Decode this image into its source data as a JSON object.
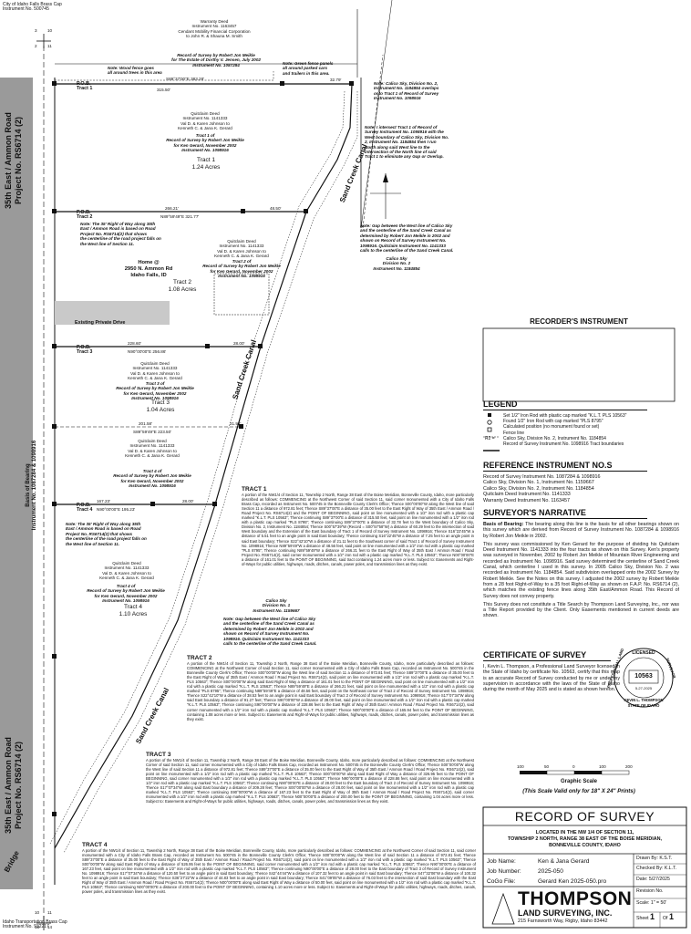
{
  "corner": {
    "top": "City of Idaho Falls Brass Cap\nInstrument No. 500745",
    "bottom": "Idaho Transportation Brass Cap\nInstrument No. 932217",
    "sec_top": [
      "3",
      "10",
      "2",
      "11"
    ],
    "sec_bot": [
      "10",
      "11",
      "15",
      "14"
    ]
  },
  "road": {
    "upper": "35th East / Ammon Road\nProject No. RS6714 (2)",
    "lower": "35th East / Ammon Road\nProject No. RS6714 (2)",
    "bridge": "Bridge"
  },
  "bearing_basis": "Basis of Bearing\nInstrument No. 1087284 & 1098916",
  "canal_labels": [
    "Sand Creek Canal",
    "Sand Creek Canal",
    "Sand Creek Canal"
  ],
  "pob": [
    "P.O.B.\nTract 1",
    "P.O.B.\nTract 2",
    "P.O.B.\nTract 3",
    "P.O.B.\nTract 4"
  ],
  "tracts": [
    {
      "name": "Tract 1",
      "acres": "1.24 Acres"
    },
    {
      "name": "Tract 2",
      "acres": "1.08 Acres"
    },
    {
      "name": "Tract 3",
      "acres": "1.04 Acres"
    },
    {
      "name": "Tract 4",
      "acres": "1.10 Acres"
    }
  ],
  "dims": {
    "t1_top": "S89°37'00\"E 383.28'",
    "t1_top_b": "315.50'",
    "t1_top_c": "32.79'",
    "t1_bot": "266.21'",
    "t1_bot_b": "48.50'",
    "t2_top": "N89°59'49\"E 321.77'",
    "t3_top": "N90°00'00\"E 256.86'",
    "t3_top_a": "228.60'",
    "t3_top_b": "28.00'",
    "t3_bot": "S89°59'49\"E 223.50'",
    "t3_bot_a": "201.58'",
    "t3_bot_b": "21.92'",
    "t4_top": "N90°00'00\"E 195.23'",
    "t4_top_a": "167.23'",
    "t4_top_b": "28.00'"
  },
  "notes": {
    "warranty": "Warranty Deed\nInstrument No. 1163457\nCendant Mobility Financial Corporation\nto John R. & Shauna M. Smith",
    "record_t1": "Record of Survey by Robert Jon Meikle\nfor The Estate of Dorthy V. Jensen, July 2002\nInstrument No. 1087284",
    "wood_fence": "Note: Wood fence goes\nall around trees in this area",
    "green_fence": "Note: Green fence panels\nall around parked cars\nand trailers in this area.",
    "calico_note1": "Note: Calico Sky, Division No. 2,\nInstrument No. 1184854 overlaps\nonto Tract 1 of Record of Survey\nInstrument No. 1098916",
    "intersect": "Note: I intersect Tract 1 of Record of\nSurvey Instrument No. 1098916 with the\nWest boundary of Calico Sky, Division No.\n2, Instrument No. 1184854 then I run\nNorth along said West line to the\nintersection of the North line of said\nTract 1 to eliminate any Gap or Overlap.",
    "qc_t1": "Quitclaim Deed\nInstrument No. 1141333\nVal D. & Karen Johnson to\nKenneth C. & Jana K. Gerard",
    "record_t1b": "Tract 1 of\nRecord of Survey by Robert Jon Meikle\nfor Ken Gerard, November 2002\nInstrument No. 1098916",
    "row_note": "Note: The 35' Right of Way along 35th\nEast / Ammon Road is based on Road\nProject No. RS6714(2) that shows\nthe centerline of the road project falls on\nthe West line of Section 11.",
    "home": "Home @\n2950 N. Ammon Rd\nIdaho Falls, ID",
    "qc_t2": "Quitclaim Deed\nInstrument No. 1141333\nVal D. & Karen Johnson to\nKenneth C. & Jana K. Gerard",
    "record_t2": "Tract 2 of\nRecord of Survey by Robert Jon Meikle\nfor Ken Gerard, November 2002\nInstrument No. 1098916",
    "gap_note": "Note: Gap between the West line of Calico Sky\nand the centerline of the Sand Creek Canal as\ndetermined by Robert Jon Meikle in 2002 and\nshown on Record of Survey Instrument No.\n1098916. Quitclaim Instrument No. 1141333\ncalls to the centerline of the Sand Creek Canal.",
    "calico2": "Calico Sky\nDivision No. 2\nInstrument No. 1184854",
    "drive": "Existing Private Drive",
    "qc_t3": "Quitclaim Deed\nInstrument No. 1141333\nVal D. & Karen Johnson to\nKenneth C. & Jana K. Gerard",
    "record_t3": "Tract 3 of\nRecord of Survey by Robert Jon Meikle\nfor Ken Gerard, November 2002\nInstrument No. 1098916",
    "qc_t3b": "Quitclaim Deed\nInstrument No. 1141333\nVal D. & Karen Johnson to\nKenneth C. & Jana K. Gerard",
    "record_t3b": "Tract 4 of\nRecord of Survey by Robert Jon Meikle\nfor Ken Gerard, November 2002\nInstrument No. 1098916",
    "row_note2": "Note: The 35' Right of Way along 35th\nEast / Ammon Road is based on Road\nProject No. RS6714(2) that shows\nthe centerline of the road project falls on\nthe West line of Section 11.",
    "qc_t4": "Quitclaim Deed\nInstrument No. 1141333\nVal D. & Karen Johnson to\nKenneth C. & Jana K. Gerard",
    "record_t4": "Tract 4 of\nRecord of Survey by Robert Jon Meikle\nfor Ken Gerard, November 2002\nInstrument No. 1098916",
    "calico1": "Calico Sky\nDivision No. 1\nInstrument No. 1159667",
    "gap_note2": "Note: Gap between the West line of Calico Sky\nand the centerline of the Sand Creek Canal as\ndetermined by Robert Jon Meikle in 2002 and\nshown on Record of Survey Instrument No.\n1098916. Quitclaim Instrument No. 1141333\ncalls to the centerline of the Sand Creek Canal."
  },
  "descriptions": {
    "t1_head": "TRACT 1",
    "t1": "A portion of the NW1/4 of Section 11, Township 2 North, Range 38 East of the Boise Meridian, Bonneville County, Idaho, more particularly described as follows: COMMENCING at the Northwest Corner of said Section 11, said corner monumented with a City of Idaho Falls Brass Cap, recorded as Instrument No. 500745 in the Bonneville County Clerk's Office; Thence S00°00'00\"W along the West line of said Section 11 a distance of 972.81 feet; Thence S89°37'00\"E a distance of 35.00 feet to the East Right of Way of 35th East / Ammon Road / Road Project No. RS6714(2) and the POINT OF BEGINNING, said point on line monumented with a 1/2\" iron rod with a plastic cap marked \"K.L.T. PLS 10563\"; Thence continuing S89°37'00\"E a distance of 315.50 feet, said point on line monumented with a 1/2\" iron rod with a plastic cap marked \"PLS 8795\"; Thence continuing S89°37'00\"E a distance of 32.78 feet to the West boundary of Calico Sky, Division No. 2, Instrument No. 1184854; Thence S00°57'39\"W (Record = S00°57'58\"W) a distance of 60.29 feet to the intersection of said West boundary and the Extension of the East boundary of Tract 1 of Record of Survey Instrument No. 1098916; Thence S16°22'45\"W a distance of 5.51 feet to an angle point in said East boundary; Thence continuing S16°22'45\"W a distance of 7.25 feet to an angle point in said East boundary; Thence S22°42'10\"W a distance of 21.11 feet to the Southeast corner of said Tract 1 of Record of Survey Instrument No. 1098916; Thence N89°59'49\"W a distance of 48.56 feet, said point on line monumented with a 1/2\" iron rod with a plastic cap marked \"PLS 8795\"; Thence continuing N89°59'49\"W a distance of 266.21 feet to the East Right of Way of 35th East / Ammon Road / Road Project No. RS6714(2), said corner monumented with a 1/2\" iron rod with a plastic cap marked \"K.L.T. PLS 10563\"; Thence N00°00'00\"E a distance of 161.01 feet to the POINT OF BEGINNING, said tract containing 1.24 acres more or less. Subject to: Easements and Right-of-Ways for public utilities, highways, roads, ditches, canals, power poles, and transmission lines as they exist.",
    "t2_head": "TRACT 2",
    "t2": "A portion of the NW1/4 of Section 11, Township 2 North, Range 38 East of the Boise Meridian, Bonneville County, Idaho, more particularly described as follows: COMMENCING at the Northwest Corner of said Section 11, said corner monumented with a City of Idaho Falls Brass Cap, recorded as Instrument No. 500745 in the Bonneville County Clerk's Office; Thence S00°00'00\"W along the West line of said Section 11 a distance of 972.81 feet; Thence S89°37'00\"E a distance of 35.00 feet to the East Right of Way of 35th East / Ammon Road / Road Project No. RS6714(2), said point on line monumented with a 1/2\" iron rod with a plastic cap marked \"K.L.T. PLS 10563\"; Thence S00°00'00\"W along said East Right of Way a distance of 161.01 feet to the POINT OF BEGINNING, said point on line monumented with a 1/2\" iron rod with a plastic cap marked \"K.L.T. PLS 10563\"; Thence N89°59'49\"E a distance of 266.21 feet, said point on line monumented with a 1/2\" iron rod with a plastic cap marked \"PLS 8795\"; Thence continuing N89°59'49\"E a distance of 48.56 feet, said point on the Northeast corner of Tract 2 of Record of Survey Instrument No. 1098916; Thence S22°42'10\"W a distance of 38.53 feet to an angle point in said East boundary of Tract 2 of Record of Survey Instrument No. 1098916; Thence S17°07'34\"W along said East boundary a distance of 91.27 feet; Thence S90°00'00\"W a distance of 28.00 feet, said point on line monumented with a 1/2\" iron rod with a plastic cap marked \"K.L.T. PLS 10563\"; Thence continuing S90°00'00\"W a distance of 228.86 feet to the East Right of Way of 35th East / Ammon Road / Road Project No. RS6714(2), said corner monumented with a 1/2\" iron rod with a plastic cap marked \"K.L.T. PLS 10563\"; Thence N00°00'00\"E a distance of 165.94 feet to the POINT OF BEGINNING, containing 1.08 acres more or less. Subject to: Easements and Right-of-Ways for public utilities, highways, roads, ditches, canals, power poles, and transmission lines as they exist.",
    "t3_head": "TRACT 3",
    "t3": "A portion of the NW1/4 of Section 11, Township 2 North, Range 38 East of the Boise Meridian, Bonneville County, Idaho, more particularly described as follows: COMMENCING at the Northwest Corner of said Section 11, said corner monumented with a City of Idaho Falls Brass Cap, recorded as Instrument No. 500745 in the Bonneville County Clerk's Office; Thence S00°00'00\"W along the West line of said Section 11 a distance of 972.81 feet; Thence S89°37'00\"E a distance of 35.00 feet to the East Right of Way of 35th East / Ammon Road / Road Project No. RS6714(2), said point on line monumented with a 1/2\" iron rod with a plastic cap marked \"K.L.T. PLS 10563\"; Thence S00°00'00\"W along said East Right of Way a distance of 326.95 feet to the POINT OF BEGINNING, said corner monumented with a 1/2\" iron rod with a plastic cap marked \"K.L.T. PLS 10563\"; Thence N90°00'00\"E a distance of 228.86 feet, said point on line monumented with a 1/2\" iron rod with a plastic cap marked \"K.L.T. PLS 10563\"; Thence continuing N90°00'00\"E a distance of 28.00 feet to the East boundary of Tract 2 of Record of Survey Instrument No. 1098916; Thence S17°07'34\"W along said East boundary a distance of 209.28 feet; Thence S00°00'00\"W a distance of 28.00 feet, said point on line monumented with a 1/2\" iron rod with a plastic cap marked \"K.L.T. PLS 10563\"; Thence continuing S90°00'00\"W a distance of 167.23 feet to the East Right of Way of 35th East / Ammon Road / Road Project No. RS6714(2), said corner monumented with a 1/2\" iron rod with a plastic cap marked \"K.L.T. PLS 10563\"; Thence N00°00'00\"E a distance of 200.00 feet to the POINT OF BEGINNING, containing 1.04 acres more or less. Subject to: Easements and Right-of-Ways for public utilities, highways, roads, ditches, canals, power poles, and transmission lines as they exist.",
    "t4_head": "TRACT 4",
    "t4": "A portion of the NW1/4 of Section 11, Township 2 North, Range 38 East of the Boise Meridian, Bonneville County, Idaho, more particularly described as follows: COMMENCING at the Northwest Corner of said Section 11, said corner monumented with a City of Idaho Falls Brass Cap, recorded as Instrument No. 500745 in the Bonneville County Clerk's Office; Thence S00°00'00\"W along the West line of said Section 11 a distance of 972.81 feet; Thence S89°37'00\"E a distance of 35.00 feet to the East Right of Way of 35th East / Ammon Road / Road Project No. RS6714(2), said point on line monumented with a 1/2\" iron rod with a plastic cap marked \"K.L.T. PLS 10563\"; Thence S00°00'00\"W along said East Right of Way a distance of 526.95 feet to the POINT OF BEGINNING, said corner monumented with a 1/2\" iron rod with a plastic cap marked \"K.L.T. PLS 10563\"; Thence N90°00'00\"E a distance of 167.23 feet, said point on line monumented with a 1/2\" iron rod with a plastic cap marked \"K.L.T. PLS 10563\"; Thence continuing N90°00'00\"E a distance of 28.00 feet to the East boundary of Tract 3 of Record of Survey Instrument No. 1098916; Thence S17°07'34\"W a distance of 120.50 feet to an angle point in said East boundary; Thence S42°44'44\"W a distance of 107.32 feet to an angle point in said East boundary; Thence S47°32'06\"W a distance of 100.32 feet to an angle point in said East boundary; Thence S36°27'22\"W a distance of 44.83 feet to an angle point in said East boundary; Thence S41°09'05\"W a distance of 76.03 feet to the intersection of said East boundary with the East Right of Way of 35th East / Ammon Road / Road Project No. RS6714(2); Thence N00°00'00\"E along said East Right of Way a distance of 50.00 feet, said point on line monumented with a 1/2\" iron rod with a plastic cap marked \"K.L.T. PLS 10563\"; Thence continuing N00°00'00\"E a distance of 200.00 feet to the POINT OF BEGINNING, containing 1.10 acres more or less. Subject to: Easements and Right-of-Ways for public utilities, highways, roads, ditches, canals, power poles, and transmission lines as they exist."
  },
  "recorder_title": "RECORDER'S INSTRUMENT",
  "legend": {
    "title": "LEGEND",
    "items": [
      "Set 1/2\" Iron Rod with plastic cap marked \"K.L.T. PLS 10563\"",
      "Found 1/2\" Iron Rod with cap marked \"PLS 8795\"",
      "Calculated position (no monument found or set)",
      "Fence line",
      "Calico Sky, Division No. 2, Instrument No. 1184854",
      "Record of Survey Instrument No. 1098916 Tract boundaries"
    ],
    "r2": "R2 ="
  },
  "reference": {
    "title": "REFERENCE INSTRUMENT NO.S",
    "items": [
      "Record of Survey Instrument No. 1087284 & 1098916",
      "Calico Sky, Division No. 1, Instrument No. 1159667",
      "Calico Sky, Division No. 2, Instrument No. 1184854",
      "Quitclaim Deed Instrument No. 1141333",
      "Warranty Deed Instrument No. 1163457"
    ]
  },
  "narrative": {
    "title": "SURVEYOR'S NARRATIVE",
    "bearing_label": "Basis of Bearing:",
    "p1": " The bearing along this line is the basis for all other bearings shown on this survey which are derived from Record of Survey Instrument No. 1087284 & 1098916 by Robert Jon Meikle in 2002.",
    "p2": "This survey was commissioned by Ken Gerard for the purpose of dividing his Quitclaim Deed Instrument No. 1141333 into the four tracts as shown on this Survey. Ken's property was surveyed in November, 2002 by Robert Jon Meikle of Mountain River Engineering and recorded as Instrument No. 1098916. Said survey determined the centerline of Sand Creek Canal, which centerline I used in this survey. In 2005 Calico Sky, Division No. 2 was recorded as Instrument No. 1184854. Said subdivision overlapped onto the 2002 Survey by Robert Meikle. See the Notes on this survey. I adjusted the 2002 survey by Robert Meikle from a 28 foot Right-of-Way to a 35 foot Right-of-Way as shown on F.A.P. No. RS6714 (2), which matches the existing fence lines along 35th East/Ammon Road. This Record of Survey does not convey property.",
    "p3": "This Survey does not constitute a Title Search by Thompson Land Surveying, Inc., nor was a Title Report provided by the Client. Only Easements mentioned in current deeds are shown."
  },
  "certificate": {
    "title": "CERTIFICATE OF SURVEY",
    "text": "I, Kevin L. Thompson, a Professional Land Surveyor licensed in the State of Idaho by certificate No. 10563, certify that this map is an accurate Record of Survey conducted by me or under my supervision in accordance with the laws of the State of Idaho during the month of May 2025 and is stated as shown hereon.",
    "seal_top": "LICENSED",
    "seal_left": "PROFESSIONAL LAND",
    "seal_right": "SURVEYOR",
    "seal_num": "10563",
    "seal_state": "STATE OF IDAHO",
    "seal_name": "KEVIN L. THOMPSON",
    "seal_date": "5-27-2025"
  },
  "scale": {
    "label": "Graphic Scale",
    "note": "(This Scale Valid only for 18\" X 24\" Prints)",
    "ticks": [
      "100",
      "50",
      "0",
      "100",
      "200"
    ]
  },
  "title_block": {
    "title": "RECORD OF SURVEY",
    "located": "LOCATED IN THE NW 1/4 OF SECTION 11,\nTOWNSHIP 2 NORTH, RANGE 38 EAST OF THE BOISE MERIDIAN,\nBONNEVILLE COUNTY, IDAHO",
    "job_name_l": "Job Name:",
    "job_name": "Ken & Jana Gerard",
    "job_num_l": "Job Number:",
    "job_num": "2025-050",
    "cogo_l": "CoGo File:",
    "cogo": "Gerard Ken 2025-050.pro",
    "drawn_l": "Drawn By:",
    "drawn": "K.S.T.",
    "checked_l": "Checked By:",
    "checked": "K.L.T.",
    "date_l": "Date:",
    "date": "5/27/2025",
    "rev_l": "Revision No.",
    "rev": "",
    "scale_l": "Scale:",
    "scale": "1\" = 50'",
    "company": "THOMPSON",
    "company2": "LAND SURVEYING, INC.",
    "address": "215 Farnsworth Way, Rigby, Idaho 83442",
    "sheet_l": "Sheet",
    "sheet": "1",
    "of_l": "Of",
    "of": "1"
  },
  "colors": {
    "road": "#9a9a9a",
    "drive": "#c9c9c9",
    "line": "#111111"
  }
}
